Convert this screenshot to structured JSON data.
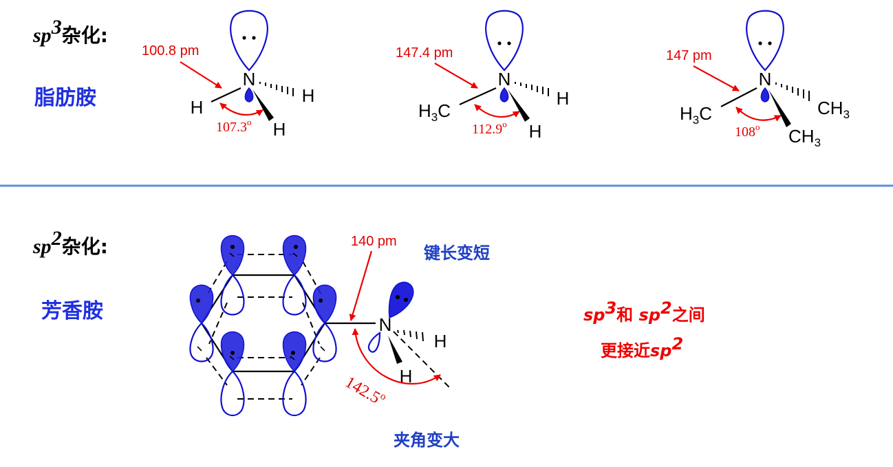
{
  "sp3_section": {
    "hyb_sp": "sp",
    "hyb_sup": "3",
    "hyb_suffix": "杂化:",
    "category": "脂肪胺",
    "molecules": [
      {
        "bond_length": "100.8 pm",
        "angle": "107.3",
        "deg": "o",
        "left_group": "H",
        "right_group": "H",
        "bottom_group": "H"
      },
      {
        "bond_length": "147.4 pm",
        "angle": "112.9",
        "deg": "o",
        "left_group": "H3C",
        "right_group": "H",
        "bottom_group": "H"
      },
      {
        "bond_length": "147 pm",
        "angle": "108",
        "deg": "o",
        "left_group": "H3C",
        "right_group": "CH3",
        "bottom_group": "CH3"
      }
    ]
  },
  "sp2_section": {
    "hyb_sp": "sp",
    "hyb_sup": "2",
    "hyb_suffix": "杂化:",
    "category": "芳香胺",
    "bond_length": "140 pm",
    "angle": "142.5",
    "deg": "o",
    "bond_note": "键长变短",
    "angle_note": "夹角变大",
    "conclusion_parts": [
      "sp",
      "3",
      "和 ",
      "sp",
      "2",
      "之间"
    ],
    "conclusion2_parts": [
      "更接近",
      "sp",
      "2"
    ]
  },
  "atoms": {
    "nitrogen": "N",
    "hydrogen": "H",
    "sub3": "3",
    "methyl_c": "C",
    "methyl_h": "H"
  },
  "colors": {
    "divider": "#5b8fd6",
    "orbital": "#1010d0",
    "annotation": "#ee0000",
    "category": "#1f2fe0"
  }
}
